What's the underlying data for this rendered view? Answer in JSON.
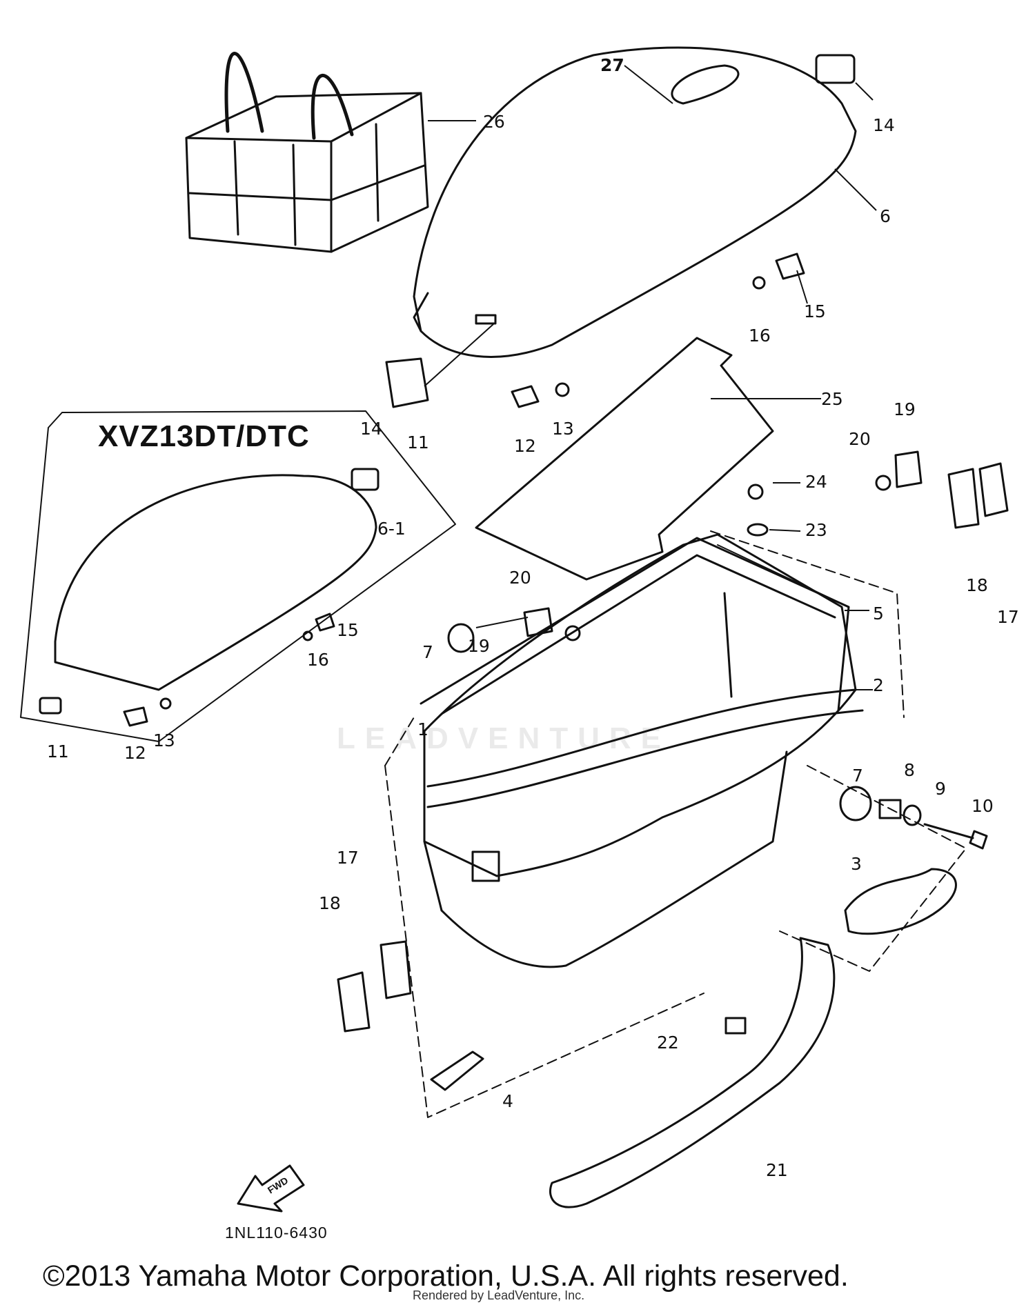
{
  "variant_label": "XVZ13DT/DTC",
  "part_code": "1NL110-6430",
  "copyright": "©2013 Yamaha Motor Corporation, U.S.A. All rights reserved.",
  "rendered_by": "Rendered by LeadVenture, Inc.",
  "watermark": "LEADVENTURE",
  "fwd_arrow_text": "FWD",
  "callouts": {
    "c1": "1",
    "c2": "2",
    "c3": "3",
    "c4": "4",
    "c5": "5",
    "c6": "6",
    "c6_1": "6-1",
    "c7": "7",
    "c8": "8",
    "c9": "9",
    "c10": "10",
    "c11": "11",
    "c12": "12",
    "c13": "13",
    "c14": "14",
    "c15": "15",
    "c16": "16",
    "c17": "17",
    "c18": "18",
    "c19": "19",
    "c20": "20",
    "c21": "21",
    "c22": "22",
    "c23": "23",
    "c24": "24",
    "c25": "25",
    "c26": "26",
    "c27": "27"
  }
}
